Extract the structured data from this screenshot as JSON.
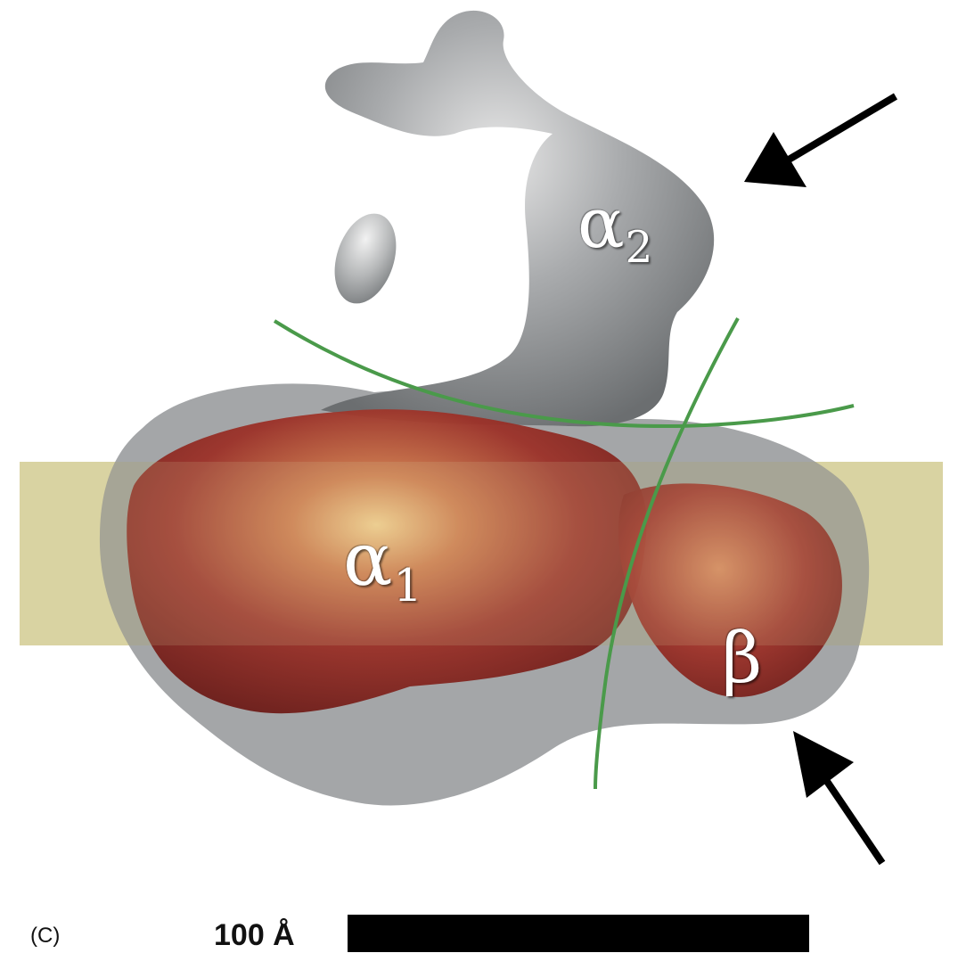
{
  "labels": {
    "alpha2": {
      "symbol": "α",
      "sub": "2"
    },
    "alpha1": {
      "symbol": "α",
      "sub": "1"
    },
    "beta": {
      "symbol": "β"
    }
  },
  "panel_label": "(C)",
  "scale_bar": {
    "text": "100 Å"
  },
  "colors": {
    "membrane_band": "#d9d3a2",
    "envelope": "#8a8d8f",
    "protein_core": "#8e2a22",
    "highlight": "#f3c98a",
    "boundary_lines": "#4a9a4a",
    "arrows": "#000000"
  }
}
